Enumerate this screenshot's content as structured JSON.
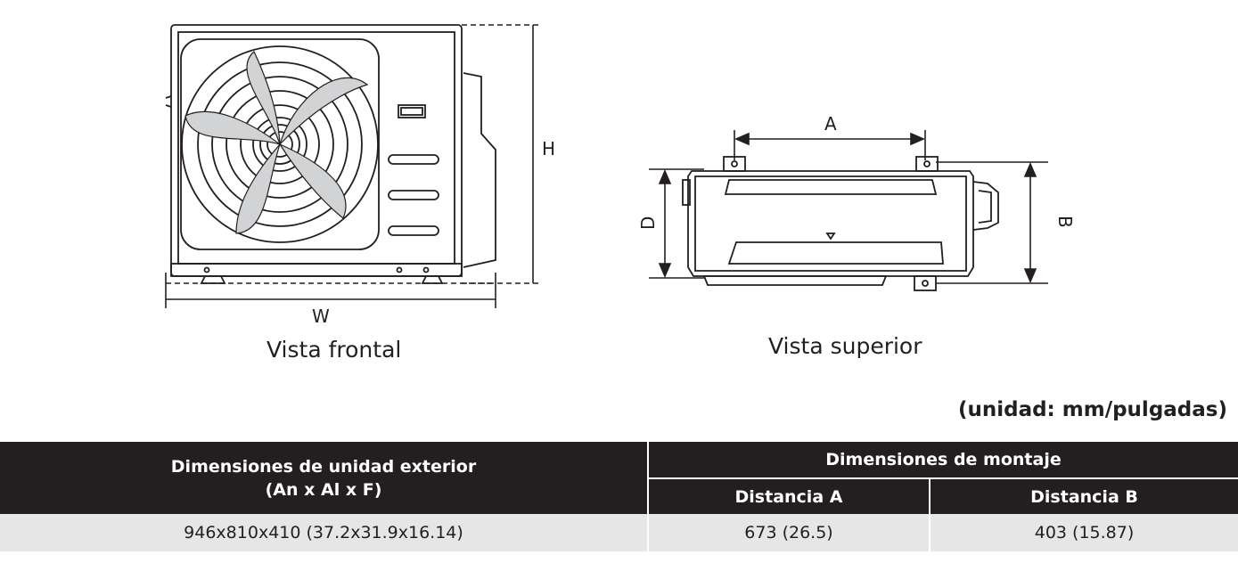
{
  "diagram": {
    "front": {
      "label_h": "H",
      "label_w": "W",
      "caption": "Vista frontal"
    },
    "top": {
      "label_a": "A",
      "label_b": "B",
      "label_d": "D",
      "caption": "Vista superior"
    }
  },
  "unit_note": "(unidad: mm/pulgadas)",
  "table": {
    "col1_header_line1": "Dimensiones de unidad exterior",
    "col1_header_line2": "(An x Al x F)",
    "group_header": "Dimensiones de montaje",
    "col2_header": "Distancia A",
    "col3_header": "Distancia B",
    "rows": [
      {
        "dims": "946x810x410 (37.2x31.9x16.14)",
        "dist_a": "673 (26.5)",
        "dist_b": "403 (15.87)"
      }
    ]
  },
  "colors": {
    "header_bg": "#231f20",
    "row_bg": "#e6e6e7",
    "line": "#231f20"
  }
}
